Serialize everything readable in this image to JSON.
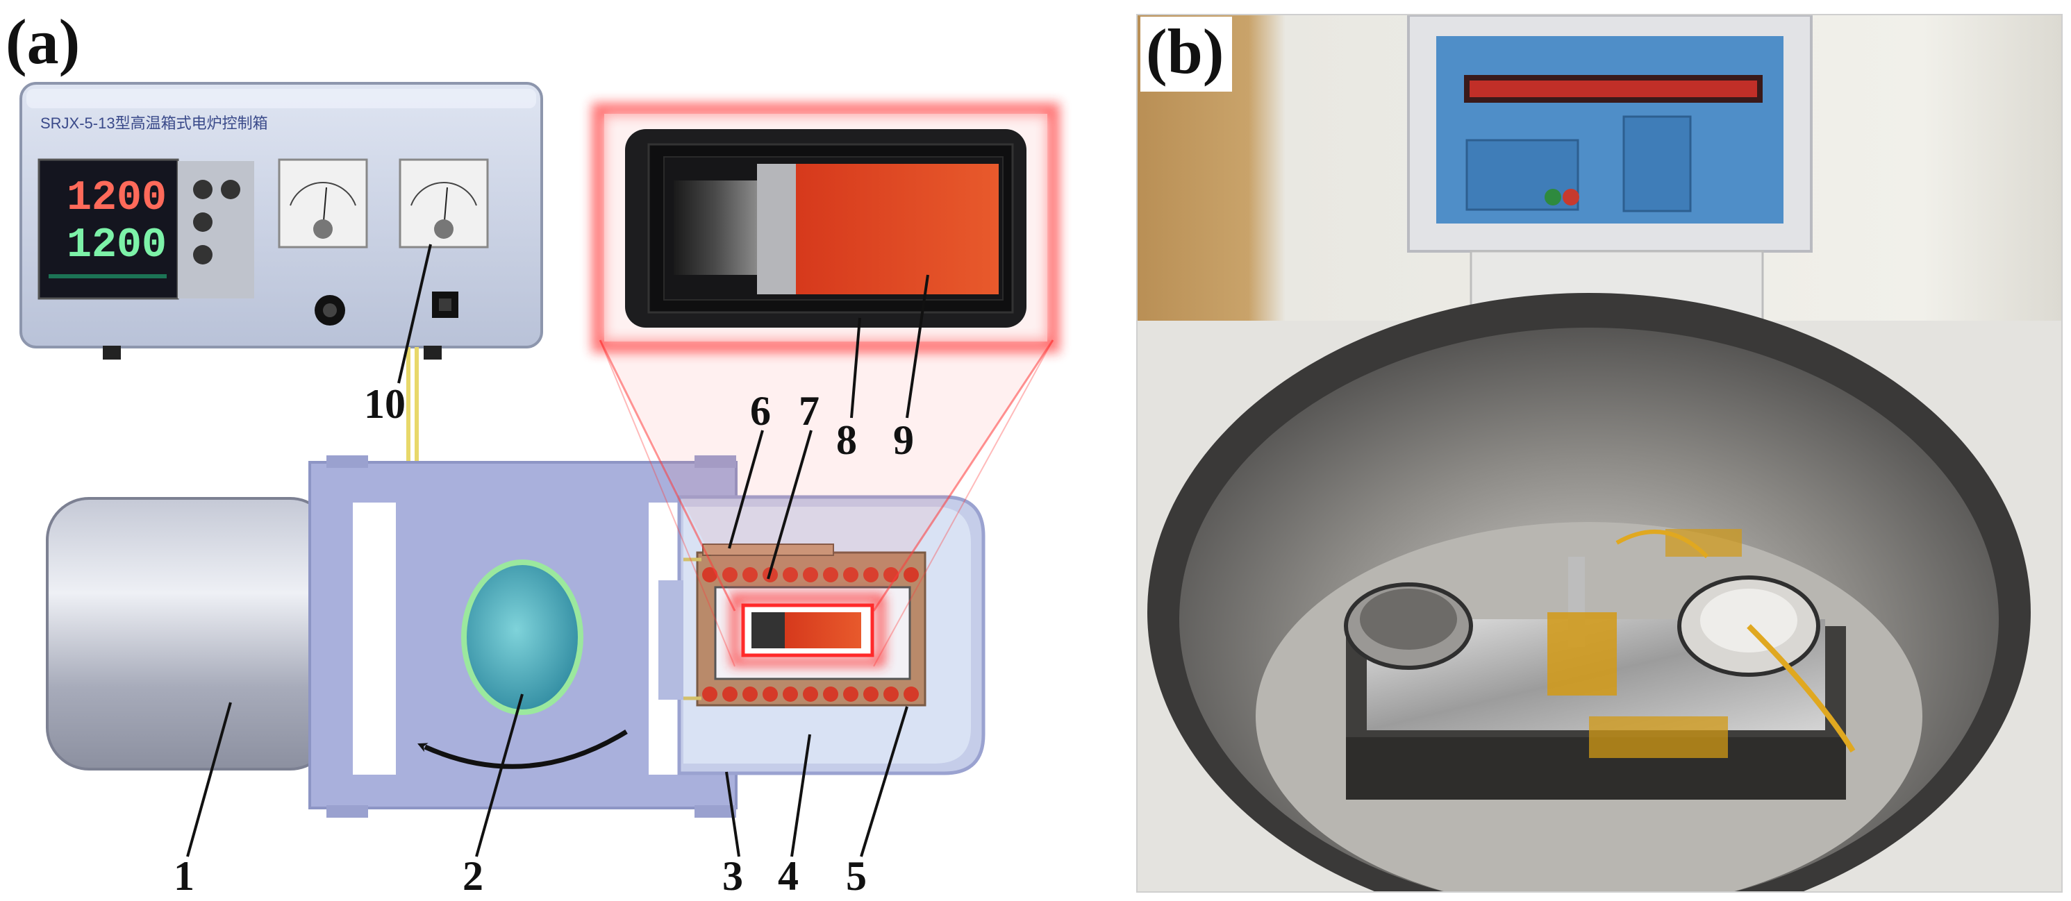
{
  "panel_a": {
    "label": "(a)",
    "controller": {
      "title": "SRJX-5-13型高温箱式电炉控制箱",
      "display_top": "1200",
      "display_bottom": "1200"
    },
    "callouts": [
      "1",
      "2",
      "3",
      "4",
      "5",
      "6",
      "7",
      "8",
      "9",
      "10"
    ]
  },
  "panel_b": {
    "label": "(b)"
  },
  "colors": {
    "housing": "#a9b0dc",
    "heating_coil": "#d53a28",
    "sample": "#e0451e",
    "highlight_glow": "#ff2a2a",
    "arrow": "#111111"
  }
}
